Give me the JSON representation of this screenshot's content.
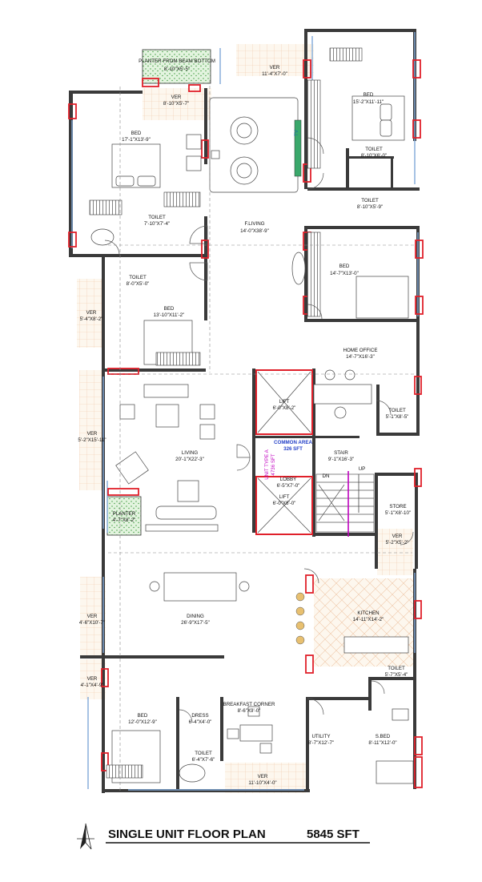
{
  "plan": {
    "title": "SINGLE UNIT FLOOR PLAN",
    "total_area": "5845 SFT",
    "rooms": {
      "planter_top": {
        "name": "PLANTER FROM BEAM BOTTOM",
        "size": "8'-10\"X5'-5\""
      },
      "ver_top_left": {
        "name": "VER",
        "size": "8'-10\"X5'-7\""
      },
      "ver_top_right": {
        "name": "VER",
        "size": "11'-4\"X7'-0\""
      },
      "bed_left_top": {
        "name": "BED",
        "size": "17'-1\"X13'-9\""
      },
      "bed_right_top": {
        "name": "BED",
        "size": "15'-2\"X11'-11\""
      },
      "toilet_right_a": {
        "name": "TOILET",
        "size": "8'-10\"X6'-0\""
      },
      "toilet_right_b": {
        "name": "TOILET",
        "size": "8'-10\"X5'-9\""
      },
      "toilet_left_a": {
        "name": "TOILET",
        "size": "7'-10\"X7'-4\""
      },
      "f_living": {
        "name": "F.LIVING",
        "size": "14'-0\"X38'-9\""
      },
      "toilet_left_b": {
        "name": "TOILET",
        "size": "8'-0\"X5'-0\""
      },
      "bed_right_mid": {
        "name": "BED",
        "size": "14'-7\"X13'-0\""
      },
      "ver_left_mid": {
        "name": "VER",
        "size": "5'-4\"X8'-2\""
      },
      "bed_left_mid": {
        "name": "BED",
        "size": "13'-10\"X11'-2\""
      },
      "home_office": {
        "name": "HOME OFFICE",
        "size": "14'-7\"X16'-3\""
      },
      "lift_a": {
        "name": "LIFT",
        "size": "6'-0\"X8'-2\""
      },
      "toilet_right_c": {
        "name": "TOILET",
        "size": "5'-1\"X8'-5\""
      },
      "ver_living": {
        "name": "VER",
        "size": "5'-2\"X15'-11\""
      },
      "living": {
        "name": "LIVING",
        "size": "20'-1\"X22'-3\""
      },
      "common_area": {
        "name": "COMMON AREA",
        "size": "326 SFT"
      },
      "stair": {
        "name": "STAIR",
        "size": "9'-1\"X16'-3\""
      },
      "unit_type": {
        "name": "UNIT TYPE A",
        "size": "4736 SFT"
      },
      "lobby": {
        "name": "LOBBY",
        "size": "6'-5\"X7'-0\""
      },
      "lift_b": {
        "name": "LIFT",
        "size": "6'-0\"X8'-0\""
      },
      "store": {
        "name": "STORE",
        "size": "5'-1\"X8'-10\""
      },
      "planter_mid": {
        "name": "PLANTER",
        "size": "4'-7\"X8'-2\""
      },
      "ver_store": {
        "name": "VER",
        "size": "5'-2\"X5'-2\""
      },
      "ver_dining": {
        "name": "VER",
        "size": "4'-6\"X10'-7\""
      },
      "dining": {
        "name": "DINING",
        "size": "26'-9\"X17'-5\""
      },
      "kitchen": {
        "name": "KITCHEN",
        "size": "14'-11\"X14'-2\""
      },
      "ver_bottom_left": {
        "name": "VER",
        "size": "4'-1\"X4'-9\""
      },
      "toilet_right_d": {
        "name": "TOILET",
        "size": "5'-7\"X5'-4\""
      },
      "bed_bottom": {
        "name": "BED",
        "size": "12'-0\"X12'-9\""
      },
      "dress": {
        "name": "DRESS",
        "size": "6'-4\"X4'-0\""
      },
      "breakfast": {
        "name": "BREAKFAST CORNER",
        "size": "8'-6\"X9'-0\""
      },
      "utility": {
        "name": "UTILITY",
        "size": "8'-7\"X12'-7\""
      },
      "s_bed": {
        "name": "S.BED",
        "size": "8'-11\"X12'-0\""
      },
      "toilet_bottom": {
        "name": "TOILET",
        "size": "6'-4\"X7'-6\""
      },
      "ver_bottom": {
        "name": "VER",
        "size": "11'-10\"X4'-0\""
      }
    },
    "stair_labels": {
      "down": "DN",
      "up": "UP"
    },
    "fixture_labels": {
      "tv": "TV"
    }
  }
}
